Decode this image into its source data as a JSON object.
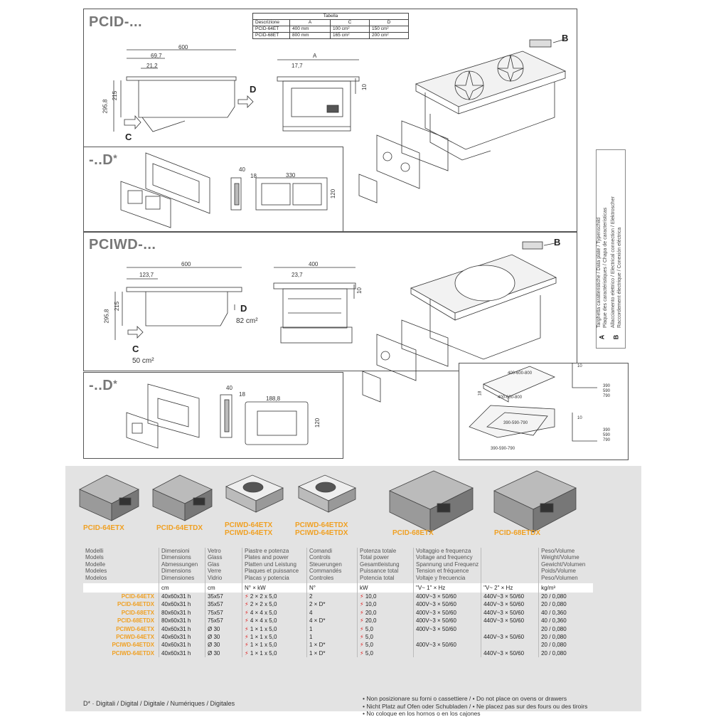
{
  "sections": {
    "pcid": {
      "title": "PCID-...",
      "tabella": {
        "caption": "Tabella",
        "header": [
          "Descrizione",
          "A",
          "C",
          "D"
        ],
        "rows": [
          [
            "PCID-64ET",
            "400 mm",
            "100 cm²",
            "150 cm²"
          ],
          [
            "PCID-68ET",
            "800 mm",
            "165 cm²",
            "200 cm²"
          ]
        ]
      },
      "dims": {
        "width": "600",
        "d1": "69,7",
        "d2": "21,2",
        "h1": "215",
        "h2": "295,8",
        "a": "A",
        "a_off": "17,7",
        "ten": "10"
      },
      "letters": {
        "c": "C",
        "d": "D",
        "b": "B"
      }
    },
    "pcid_d": {
      "title": "-..D",
      "star": "*",
      "dims": {
        "w": "330",
        "h": "120",
        "d1": "40",
        "d2": "18"
      }
    },
    "pciwd": {
      "title": "PCIWD-...",
      "dims": {
        "width": "600",
        "d1": "123,7",
        "h1": "215",
        "h2": "295,8",
        "w400": "400",
        "a_off": "23,7",
        "ten": "10"
      },
      "letters": {
        "c": "C",
        "d": "D",
        "b": "B"
      },
      "areas": {
        "c": "50 cm²",
        "d": "82 cm²"
      }
    },
    "pciwd_d": {
      "title": "-..D",
      "star": "*",
      "dims": {
        "w": "188,8",
        "h": "120",
        "d1": "40",
        "d2": "18"
      }
    },
    "install": {
      "labels": [
        "400-600-800",
        "400-600-800",
        "390-590-790",
        "390-590-790"
      ],
      "dims_a": [
        "10",
        "390",
        "590",
        "790"
      ],
      "dims_b": [
        "10",
        "390",
        "590",
        "790"
      ],
      "side": "18"
    },
    "side_legend": {
      "a_letter": "A",
      "b_letter": "B",
      "a_text": [
        "Targhetta caratteristiche / Data plate / Typenschild",
        "Plaque des caractéristiques / Chapa de características"
      ],
      "b_text": [
        "Allacciamento elettrico / Electrical connection / Elektroscher",
        "Raccordement électrique / Conexión eléctrica"
      ]
    }
  },
  "products": [
    {
      "name": "PCID-64ETX"
    },
    {
      "name": "PCID-64ETDX"
    },
    {
      "name": "PCIWD-64ETX",
      "name2": "PCIWD-64ETX"
    },
    {
      "name": "PCIWD-64ETDX",
      "name2": "PCIWD-64ETDX"
    },
    {
      "name": "PCID-68ETX"
    },
    {
      "name": "PCID-68ETDX"
    }
  ],
  "spec_table": {
    "headers": [
      "Modelli\nModels\nModelle\nModeles\nModelos",
      "Dimensioni\nDimensions\nAbmessungen\nDimensions\nDimensiones",
      "Vetro\nGlass\nGlas\nVerre\nVidrio",
      "Piastre e potenza\nPlates and power\nPlatten und Leistung\nPlaques et puissance\nPlacas y potencia",
      "Comandi\nControls\nSteuerungen\nCommandés\nControles",
      "Potenza totale\nTotal power\nGesamtleistung\nPuissance total\nPotencia total",
      "Voltaggio e frequenza\nVoltage and frequency\nSpannung und Frequenz\nTension et fréquence\nVoltaje y frecuencia",
      "",
      "Peso/Volume\nWeight/Volume\nGewicht/Volumen\nPoids/Volume\nPeso/Volumen"
    ],
    "units": [
      "",
      "cm",
      "cm",
      "N° × kW",
      "N°",
      "kW",
      "\"V~ 1\" × Hz",
      "\"V~ 2\" × Hz",
      "kg/m³"
    ],
    "rows": [
      [
        "PCID-64ETX",
        "40x60x31 h",
        "35x57",
        "2 × 2 x 5,0",
        "2",
        "10,0",
        "400V~3 × 50/60",
        "440V~3 × 50/60",
        "20 / 0,080"
      ],
      [
        "PCID-64ETDX",
        "40x60x31 h",
        "35x57",
        "2 × 2 x 5,0",
        "2 × D*",
        "10,0",
        "400V~3 × 50/60",
        "440V~3 × 50/60",
        "20 / 0,080"
      ],
      [
        "PCID-68ETX",
        "80x60x31 h",
        "75x57",
        "4 × 4 x 5,0",
        "4",
        "20,0",
        "400V~3 × 50/60",
        "440V~3 × 50/60",
        "40 / 0,360"
      ],
      [
        "PCID-68ETDX",
        "80x60x31 h",
        "75x57",
        "4 × 4 x 5,0",
        "4 × D*",
        "20,0",
        "400V~3 × 50/60",
        "440V~3 × 50/60",
        "40 / 0,360"
      ],
      [
        "PCIWD-64ETX",
        "40x60x31 h",
        "Ø 30",
        "1 × 1 x 5,0",
        "1",
        "5,0",
        "400V~3 × 50/60",
        "",
        "20 / 0,080"
      ],
      [
        "PCIWD-64ETX",
        "40x60x31 h",
        "Ø 30",
        "1 × 1 x 5,0",
        "1",
        "5,0",
        "",
        "440V~3 × 50/60",
        "20 / 0,080"
      ],
      [
        "PCIWD-64ETDX",
        "40x60x31 h",
        "Ø 30",
        "1 × 1 x 5,0",
        "1 × D*",
        "5,0",
        "400V~3 × 50/60",
        "",
        "20 / 0,080"
      ],
      [
        "PCIWD-64ETDX",
        "40x60x31 h",
        "Ø 30",
        "1 × 1 x 5,0",
        "1 × D*",
        "5,0",
        "",
        "440V~3 × 50/60",
        "20 / 0,080"
      ]
    ]
  },
  "footer": {
    "digital": "D* · Digitali / Digital / Digitale / Numériques / Digitales",
    "warn1": "• Non posizionare su forni o cassettiere / • Do not place on ovens or drawers",
    "warn2": "• Nicht Platz auf Ofen oder Schubladen / • Ne placez pas sur des fours ou des tiroirs",
    "warn3": "• No coloque en los hornos o en los cajones"
  }
}
